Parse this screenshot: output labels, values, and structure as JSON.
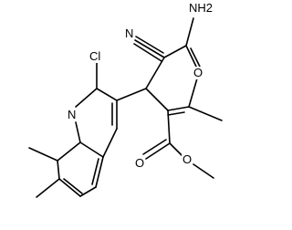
{
  "molecule": {
    "atom_labels": {
      "amino": "NH2",
      "cyano_nitrogen": "N",
      "ring_oxygen": "O",
      "chloro": "Cl",
      "quinoline_nitrogen": "N",
      "ester_oxygen_carbonyl": "O",
      "ester_oxygen_ether": "O"
    }
  }
}
